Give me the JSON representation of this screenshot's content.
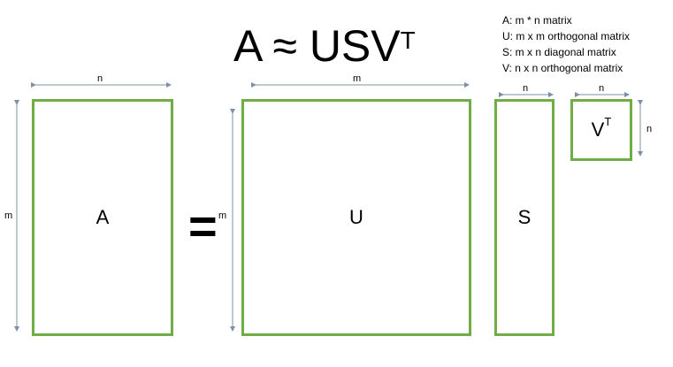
{
  "title": {
    "main": "A ≈ USV",
    "superscript": "T"
  },
  "legend": [
    "A: m * n matrix",
    "U: m x m orthogonal matrix",
    "S: m x n diagonal matrix",
    "V: n x n orthogonal matrix"
  ],
  "matrices": {
    "a": {
      "label": "A",
      "width_label": "n",
      "height_label": "m"
    },
    "u": {
      "label": "U",
      "width_label": "m",
      "height_label": "m"
    },
    "s": {
      "label": "S",
      "width_label": "n"
    },
    "vt": {
      "label": "V",
      "superscript": "T",
      "width_label": "n",
      "height_label": "n"
    }
  },
  "equals": "=",
  "colors": {
    "border": "#70ad47",
    "arrow": "#7f8fa6"
  }
}
